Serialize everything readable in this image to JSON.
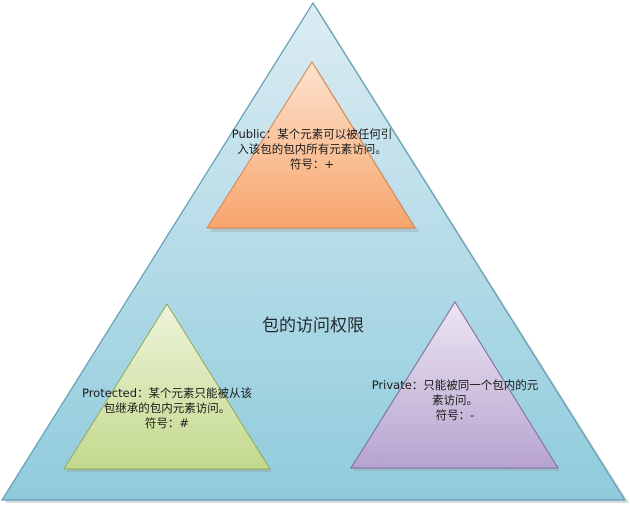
{
  "diagram": {
    "center_title": "包的访问权限",
    "public": {
      "lines": [
        "Public：某个元素可以被任何引",
        "入该包的包内所有元素访问。",
        "符号：+"
      ]
    },
    "protected": {
      "lines": [
        "Protected：某个元素只能被从该",
        "包继承的包内元素访问。",
        "符号：#"
      ]
    },
    "private": {
      "lines": [
        "Private：只能被同一个包内的元",
        "素访问。",
        "符号：-"
      ]
    }
  },
  "colors": {
    "outer_fill_top": "#dcecf3",
    "outer_fill_bottom": "#8fcbdc",
    "outer_stroke": "#5a9db3",
    "public_fill_top": "#fde3cf",
    "public_fill_bottom": "#f7a56c",
    "public_stroke": "#d9824a",
    "protected_fill_top": "#eef4da",
    "protected_fill_bottom": "#c3d98e",
    "protected_stroke": "#8faa5a",
    "private_fill_top": "#ece6f2",
    "private_fill_bottom": "#b7a3cf",
    "private_stroke": "#7e68a0"
  }
}
